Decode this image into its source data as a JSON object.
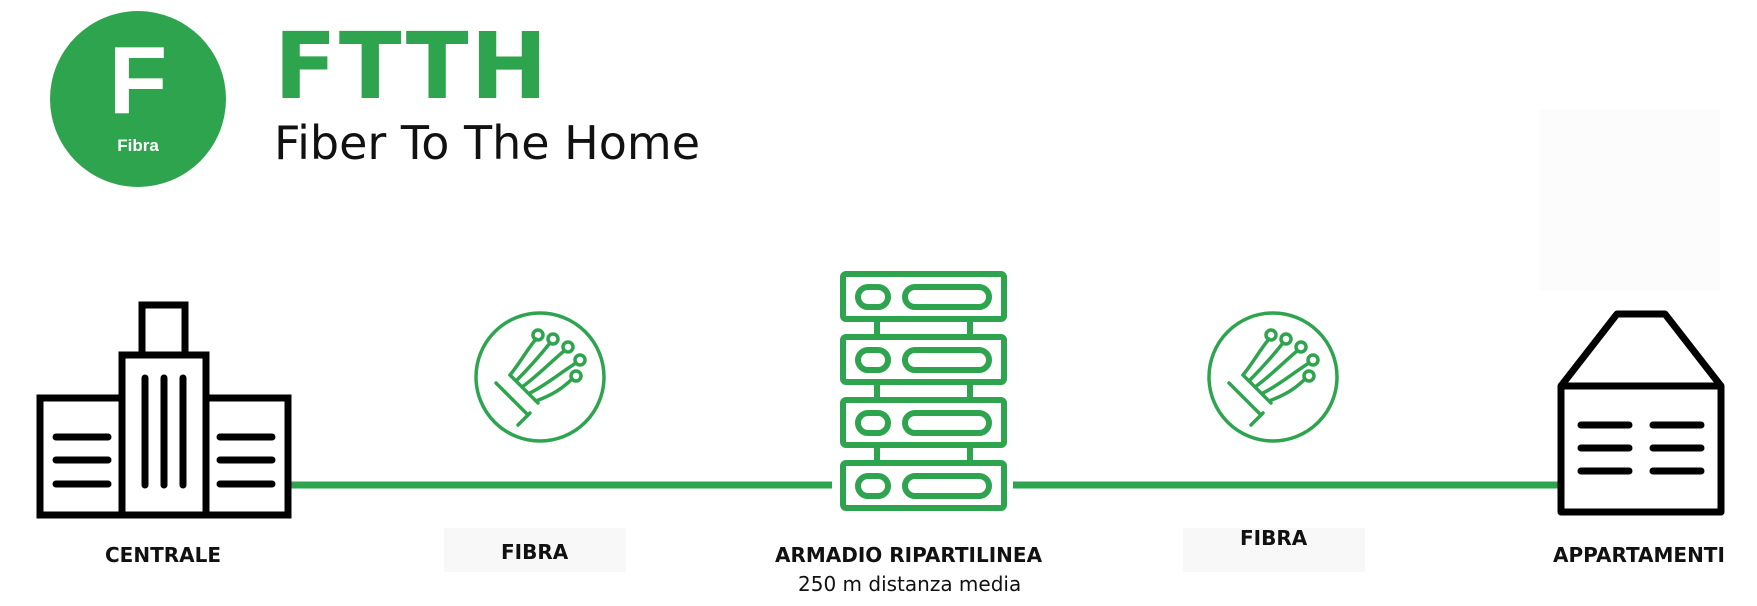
{
  "header": {
    "badge_letter": "F",
    "badge_caption": "Fibra",
    "title": "FTTH",
    "subtitle": "Fiber To The Home"
  },
  "nodes": {
    "centrale": "CENTRALE",
    "fibra_left": "FIBRA",
    "armadio": "ARMADIO RIPARTILINEA",
    "armadio_distance": "250 m distanza media",
    "fibra_right": "FIBRA",
    "appartamenti": "APPARTAMENTI"
  },
  "colors": {
    "accent": "#2ea44f",
    "ink": "#000000"
  },
  "icons": [
    "central-office-building-icon",
    "fiber-optic-icon",
    "distribution-cabinet-icon",
    "apartment-building-icon"
  ]
}
